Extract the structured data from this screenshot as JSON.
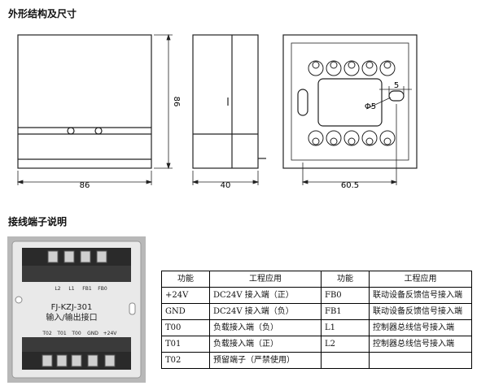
{
  "section_titles": {
    "structure": "外形结构及尺寸",
    "terminals": "接线端子说明"
  },
  "dimensions": {
    "front_width": "86",
    "front_height": "86",
    "side_depth": "40",
    "back_width": "60.5",
    "hole_diameter": "Φ5",
    "slot_width": "5"
  },
  "device": {
    "model": "FJ-KZJ-301",
    "subtitle": "输入/输出接口",
    "top_terminals": [
      "L2",
      "L1",
      "FB1",
      "FB0"
    ],
    "bottom_terminals": [
      "T02",
      "T01",
      "T00",
      "GND",
      "+24V"
    ]
  },
  "table": {
    "headers": [
      "功能",
      "工程应用",
      "功能",
      "工程应用"
    ],
    "rows": [
      [
        "+24V",
        "DC24V 接入端（正）",
        "FB0",
        "联动设备反馈信号接入端"
      ],
      [
        "GND",
        "DC24V 接入端（负）",
        "FB1",
        "联动设备反馈信号接入端"
      ],
      [
        "T00",
        "负载接入端（负）",
        "L1",
        "控制器总线信号接入端"
      ],
      [
        "T01",
        "负载接入端（正）",
        "L2",
        "控制器总线信号接入端"
      ],
      [
        "T02",
        "预留端子（严禁使用）",
        "",
        ""
      ]
    ]
  }
}
